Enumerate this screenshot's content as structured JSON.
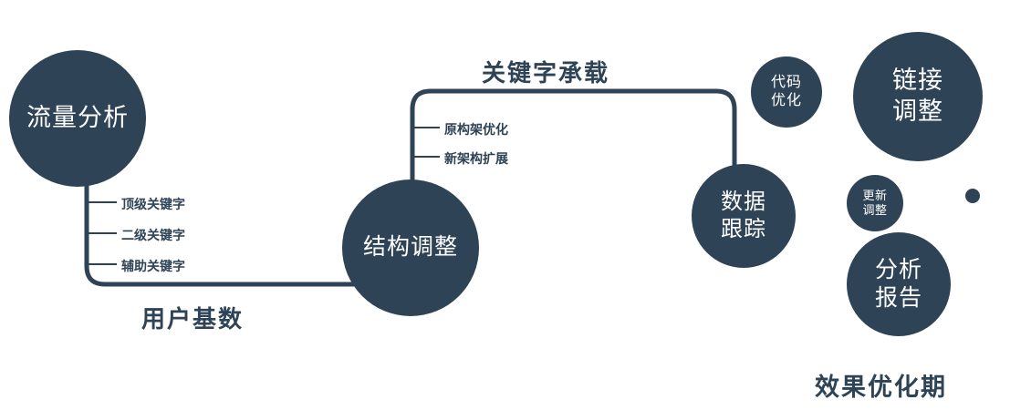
{
  "diagram": {
    "colors": {
      "primary": "#2E4355",
      "node_text": "#FFFFFF"
    },
    "nodes": [
      {
        "name": "traffic-analysis",
        "lines": [
          "流量分析"
        ]
      },
      {
        "name": "structure-adjustment",
        "lines": [
          "结构调整"
        ]
      },
      {
        "name": "data-tracking",
        "lines": [
          "数据",
          "跟踪"
        ]
      },
      {
        "name": "code-optimization",
        "lines": [
          "代码",
          "优化"
        ]
      },
      {
        "name": "link-adjustment",
        "lines": [
          "链接",
          "调整"
        ]
      },
      {
        "name": "update-adjustment",
        "lines": [
          "更新",
          "调整"
        ]
      },
      {
        "name": "analysis-report",
        "lines": [
          "分析",
          "报告"
        ]
      }
    ],
    "branches_traffic": [
      "顶级关键字",
      "二级关键字",
      "辅助关键字"
    ],
    "branches_structure": [
      "原构架优化",
      "新架构扩展"
    ],
    "edge_labels": {
      "user_base": "用户基数",
      "keyword_carry": "关键字承载"
    },
    "caption": "效果优化期"
  }
}
